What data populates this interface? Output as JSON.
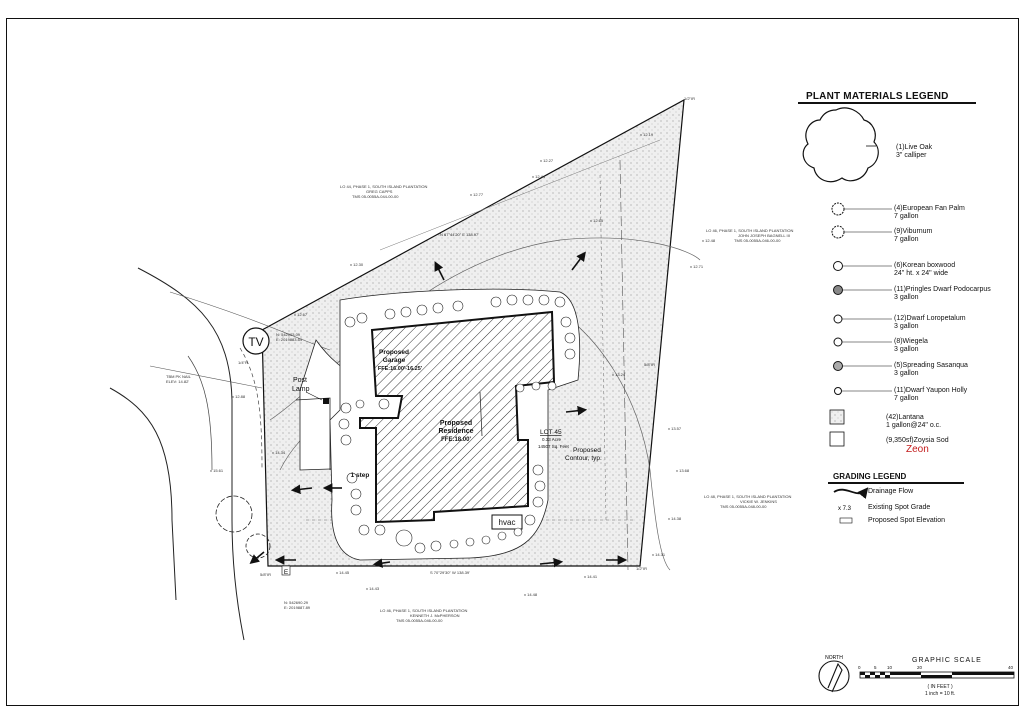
{
  "plan": {
    "tv_label": "TV",
    "post_lamp": [
      "Post",
      "Lamp"
    ],
    "garage": [
      "Proposed",
      "Garage",
      "FFE:16.00'-16.25'"
    ],
    "residence": [
      "Proposed",
      "Residence",
      "FFE:18.00'"
    ],
    "hvac": "hvac",
    "step": "1 step",
    "lot": [
      "LOT 45",
      "0.33 Acre",
      "14507 Sq. Feet"
    ],
    "contour": [
      "Proposed",
      "Contour, typ."
    ],
    "e_marker": "E"
  },
  "legend": {
    "title": "PLANT MATERIALS LEGEND",
    "items": [
      {
        "line1": "(1)Live Oak",
        "line2": "3\" calliper"
      },
      {
        "line1": "(4)European Fan Palm",
        "line2": "7 gallon"
      },
      {
        "line1": "(9)Viburnum",
        "line2": "7 gallon"
      },
      {
        "line1": "(6)Korean boxwood",
        "line2": "24\" ht. x 24\" wide"
      },
      {
        "line1": "(11)Pringles Dwarf Podocarpus",
        "line2": "3 gallon"
      },
      {
        "line1": "(12)Dwarf Loropetalum",
        "line2": "3 gallon"
      },
      {
        "line1": "(8)Wiegela",
        "line2": "3 gallon"
      },
      {
        "line1": "(5)Spreading Sasanqua",
        "line2": "3 gallon"
      },
      {
        "line1": "(11)Dwarf Yaupon Holly",
        "line2": "7 gallon"
      },
      {
        "line1": "(42)Lantana",
        "line2": "1 gallon@24\" o.c."
      },
      {
        "line1": "(9,350sf)Zoysia Sod",
        "line2": ""
      }
    ],
    "zeon": "Zeon"
  },
  "grading": {
    "title": "GRADING LEGEND",
    "items": [
      "Drainage Flow",
      "Existing Spot Grade",
      "Proposed Spot Elevation"
    ]
  },
  "scale": {
    "title": "GRAPHIC SCALE",
    "unit": "( IN FEET )",
    "ratio": "1 inch = 10 ft.",
    "ticks": [
      "0",
      "5",
      "10",
      "20",
      "40"
    ],
    "north": "NORTH"
  },
  "colors": {
    "ink": "#111111",
    "stipple": "#d9d9d9",
    "zeon": "#c21a1a"
  }
}
